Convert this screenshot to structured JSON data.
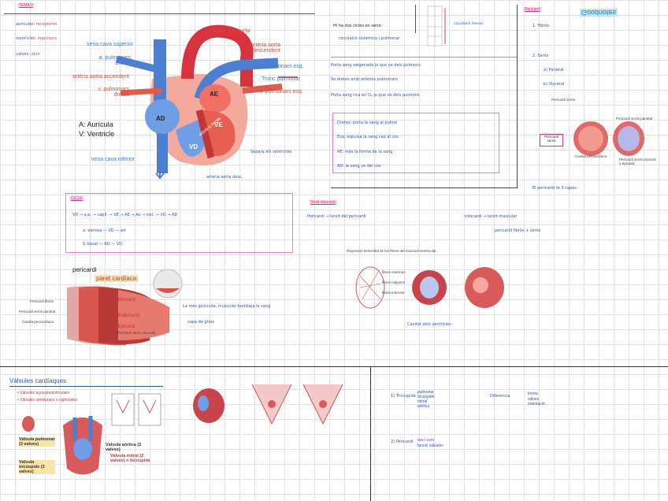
{
  "header": {
    "tag": "TEMA 2"
  },
  "diagram_main": {
    "labels": {
      "crossa": "crossa de l'aorta",
      "vcs": "vena cava superior",
      "apd": "a. pulmonars dretes",
      "aaa": "artèria aorta ascendent",
      "vpd": "v. pulmonars dretes",
      "aad": "artèria aorta descendent",
      "ape": "a. pulmonars esq.",
      "tp": "Tronc pulmonar",
      "vpe": "v. pulmonars esq.",
      "ae": "AE",
      "ad": "AD",
      "ve": "VE",
      "vd": "VD",
      "septe": "envà o septe",
      "legend1": "A: Aurícula",
      "legend2": "V: Ventricle",
      "vci": "vena cava inferior"
    }
  },
  "notes_middle": {
    "title": "Hi ha dos cicles en sèrie:",
    "line1": "circulació sistèmica i pulmonar",
    "rows": [
      "Porta sang oxigenada ja que ve dels pulmons",
      "Ve dretes amb artèries pulmonars",
      "Porta sang rica en O₂ ja que ve dels pulmons"
    ],
    "pinkbox": [
      "Dretes: porta la sang al pulmó",
      "Esq: expulsa la sang cap al cos",
      "AE: més la forma de la sang",
      "AD: la sang ve del cos"
    ]
  },
  "right_col": {
    "tag": "Pericardi",
    "title": "Goodnotes",
    "items": [
      "1. Fibrós",
      "2. Serós",
      "a) Parietal",
      "b) Visceral"
    ],
    "labels": {
      "pericardi_serós": "Pericardi serós",
      "cavitat": "Cavitat pericardíaca",
      "parietal": "Pericardi serós parietal",
      "visceral": "Pericardi serós visceral o epicardi",
      "sac": "Pericardi serós"
    },
    "footnote": "El pericardi té 3 capes"
  },
  "mid_band": {
    "pink_tag": "CICLE",
    "flow": [
      "VD",
      "a.p.",
      "capil.",
      "VE",
      "AE",
      "Ao",
      "sist.",
      "VD",
      "AD"
    ],
    "row2": "a. venosa — VD — art",
    "row3": "V. basal — AD — VD",
    "right_tag": "Teixit miocardi",
    "right_line1": "Pericardi → teixit del pericardi",
    "right_line2": "miocardi → teixit muscular"
  },
  "pericardi_diagram": {
    "title": "pericardi",
    "sub": "paret cardíaca",
    "left_labels": [
      "Pericardi fibrós",
      "Pericardi serós parietal",
      "Cavitat pericardíaca"
    ],
    "right_labels": [
      "2. Miocardi",
      "1. Endocardi",
      "3. Epicardi"
    ],
    "note": "(Pericardi serós visceral)",
    "hand1": "La més gruixuda, muscular bombeja la sang",
    "hand2": "capa de greix"
  },
  "fibers_diagram": {
    "title": "Disposició helicoïdal de les fibres del miocardi ventricular",
    "labels": [
      "fibres externes",
      "fibres mitjanes",
      "fibres internes"
    ],
    "caption": "Cavitat dels ventricles"
  },
  "bottom_left": {
    "title": "Vàlvules cardíaques",
    "bullets": [
      "Vàlvules auriculoventriculars",
      "Vàlvules semilunars o sigmoïdes"
    ],
    "labels": {
      "pulmonar": "Vàlvula pulmonar (3 valves)",
      "tricuspide": "Vàlvula tricúspide (3 valves)",
      "aortica": "Vàlvula aòrtica (3 valves)",
      "mitral": "Vàlvula mitral (2 valves) o bicúspide"
    }
  },
  "bottom_right": {
    "row1_label": "1) Tricúspide",
    "row1_items": [
      "pulmonar",
      "tricúspide",
      "mitral",
      "aòrtica"
    ],
    "row1_right_label": "Diferència",
    "row1_right_items": [
      "forma",
      "valves",
      "orientació"
    ],
    "row2_label": "2) Pericardi",
    "row2_items": [
      "cos i cors",
      "funció vàlvules"
    ]
  }
}
